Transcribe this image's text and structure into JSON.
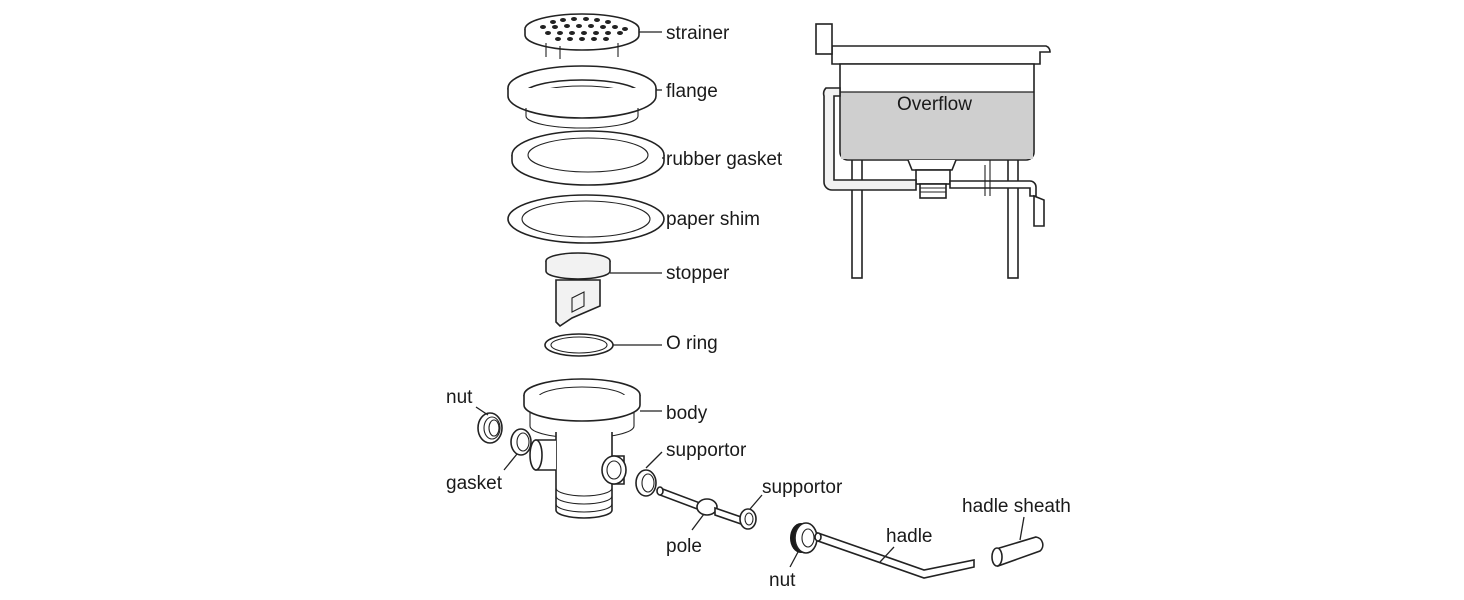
{
  "labels": {
    "strainer": "strainer",
    "flange": "flange",
    "rubber_gasket": "rubber gasket",
    "paper_shim": "paper shim",
    "stopper": "stopper",
    "o_ring": "O ring",
    "nut_left": "nut",
    "gasket": "gasket",
    "body": "body",
    "supportor_1": "supportor",
    "supportor_2": "supportor",
    "pole": "pole",
    "nut_bottom": "nut",
    "hadle": "hadle",
    "hadle_sheath": "hadle sheath",
    "overflow": "Overflow"
  },
  "colors": {
    "line": "#222222",
    "water": "#cfcfcf",
    "background": "#ffffff"
  }
}
